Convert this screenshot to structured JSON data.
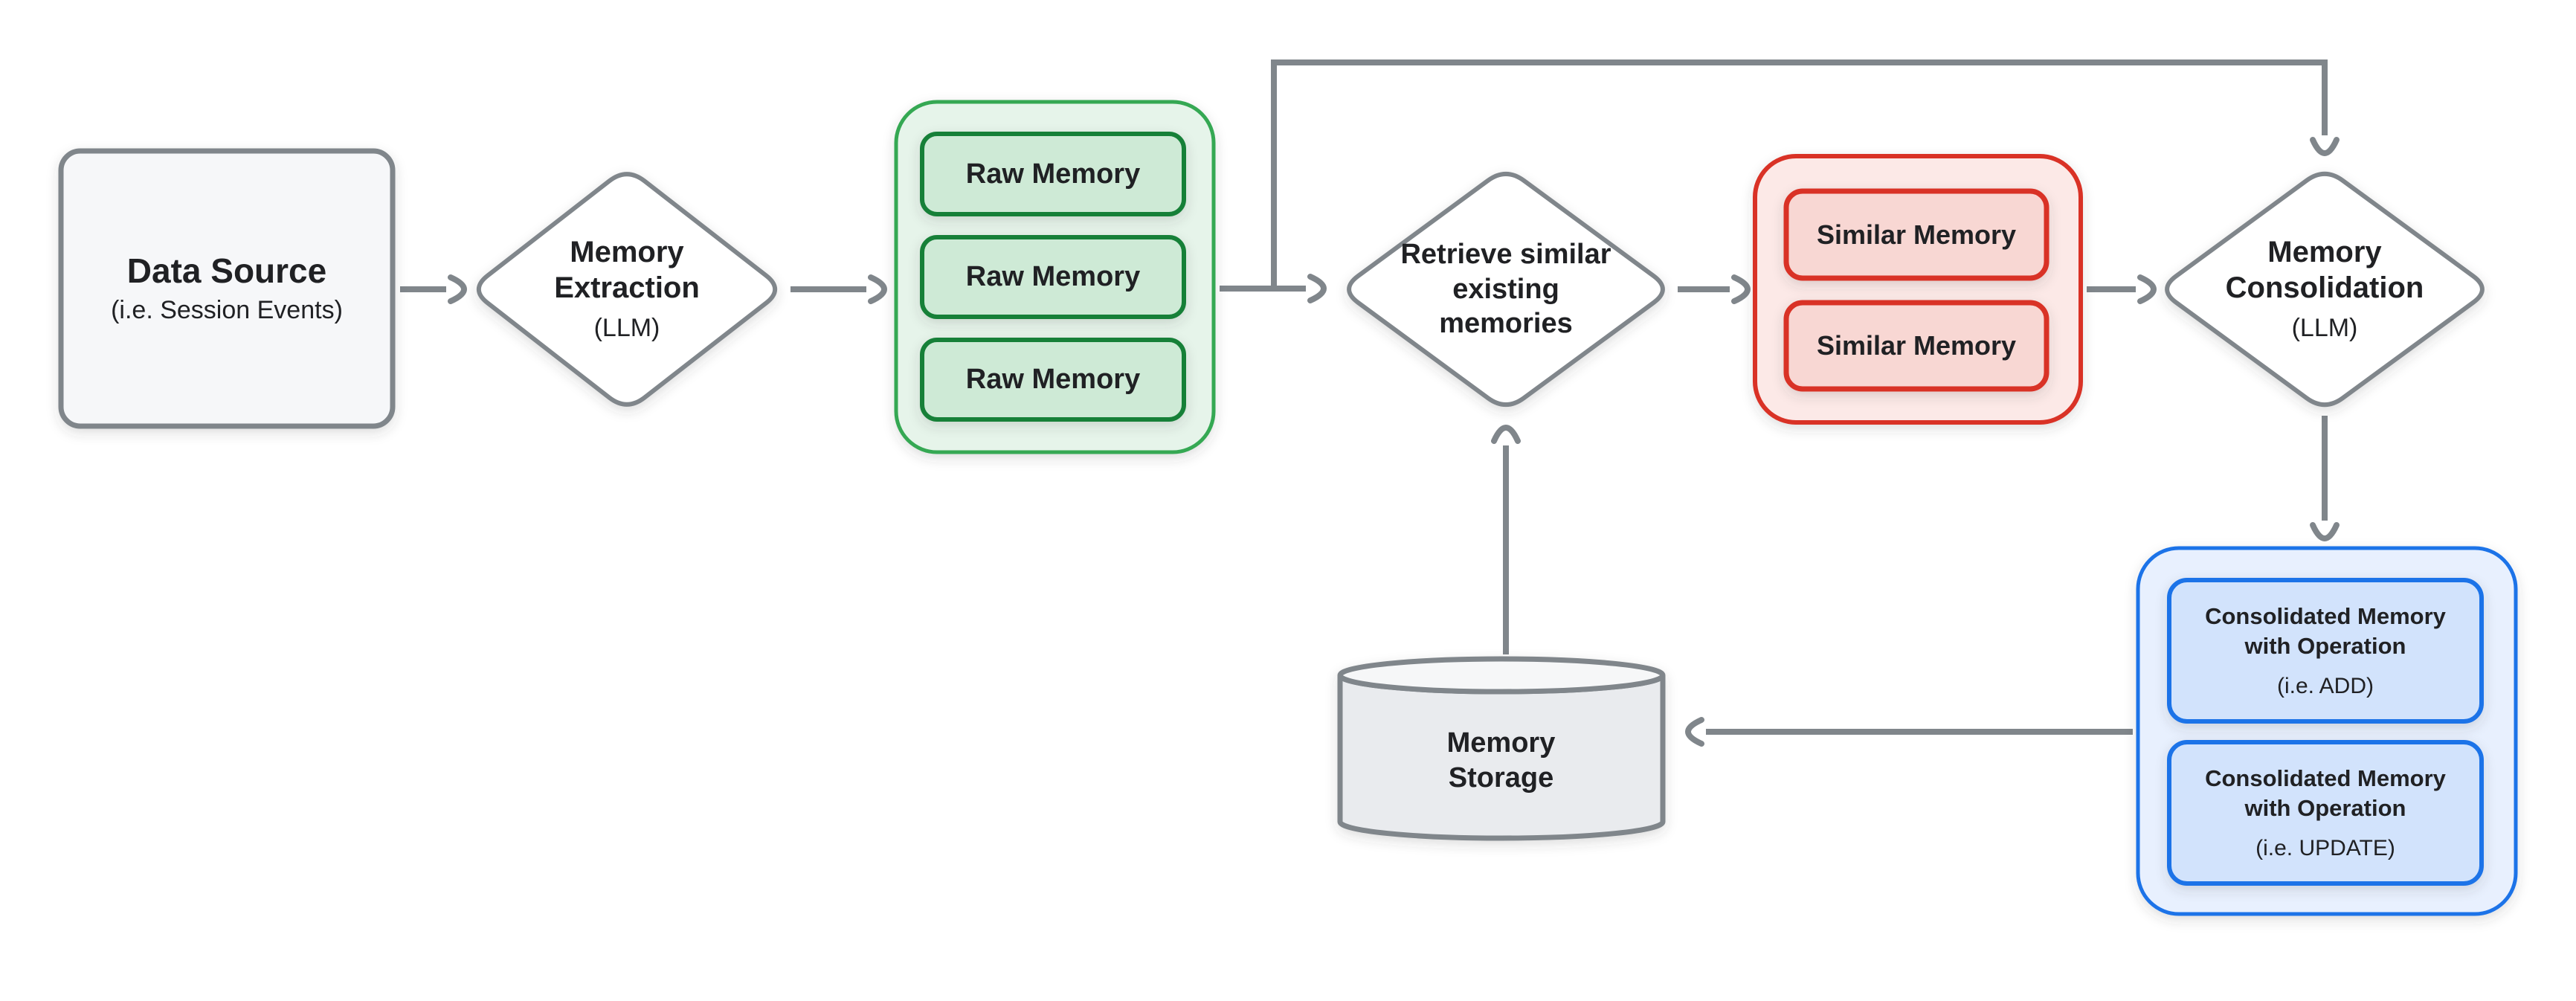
{
  "diagram": {
    "background": "#ffffff",
    "colors": {
      "arrow": "#80868b",
      "text": "#202124",
      "neutral_border": "#80868b",
      "neutral_fill": "#f6f7f9",
      "diamond_fill": "#ffffff",
      "green_container_fill": "#e6f4ea",
      "green_container_border": "#34a853",
      "green_box_fill": "#ceead6",
      "green_box_border": "#188038",
      "red_container_fill": "#fce9e7",
      "red_container_border": "#d93025",
      "red_box_fill": "#f8d7d3",
      "red_box_border": "#d93025",
      "blue_container_fill": "#e8f0fe",
      "blue_container_border": "#1a73e8",
      "blue_box_fill": "#d2e3fc",
      "blue_box_border": "#1a73e8",
      "storage_body_fill": "#e9ebee",
      "storage_top_fill": "#f6f7f8"
    },
    "nodes": {
      "data_source": {
        "title": "Data Source",
        "subtitle": "(i.e. Session Events)"
      },
      "memory_extraction": {
        "title": "Memory\nExtraction",
        "subtitle": "(LLM)"
      },
      "raw_memories": {
        "items": [
          "Raw Memory",
          "Raw Memory",
          "Raw Memory"
        ]
      },
      "retrieve_similar": {
        "title": "Retrieve similar\nexisting\nmemories"
      },
      "similar_memories": {
        "items": [
          "Similar Memory",
          "Similar Memory"
        ]
      },
      "memory_consolidation": {
        "title": "Memory\nConsolidation",
        "subtitle": "(LLM)"
      },
      "consolidated_memories": {
        "items": [
          {
            "title": "Consolidated Memory\nwith Operation",
            "subtitle": "(i.e. ADD)"
          },
          {
            "title": "Consolidated Memory\nwith Operation",
            "subtitle": "(i.e. UPDATE)"
          }
        ]
      },
      "memory_storage": {
        "title": "Memory\nStorage"
      }
    }
  }
}
